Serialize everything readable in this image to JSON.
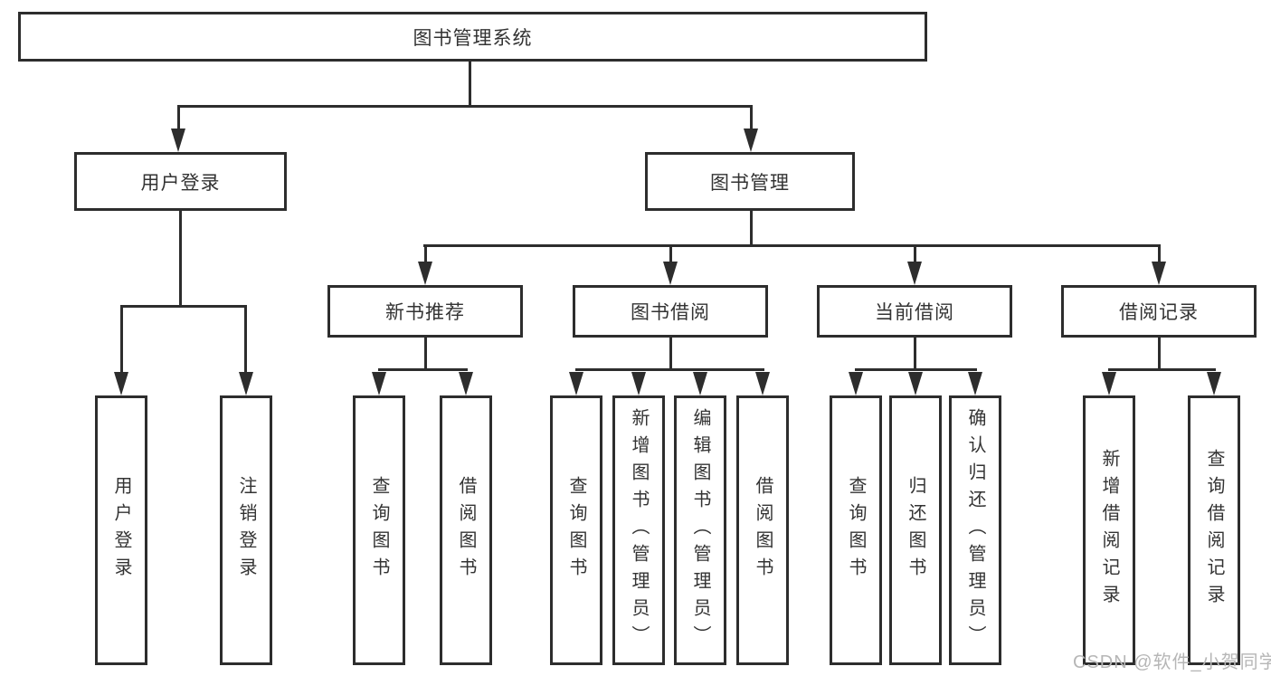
{
  "diagram": {
    "colors": {
      "line": "#2d2d2d",
      "text": "#333333",
      "watermark": "#b6b6b6",
      "background": "#ffffff"
    },
    "root": {
      "label": "图书管理系统"
    },
    "user_login": {
      "label": "用户登录",
      "children": [
        {
          "label": "用户登录"
        },
        {
          "label": "注销登录"
        }
      ]
    },
    "book_mgmt": {
      "label": "图书管理",
      "children": [
        {
          "label": "新书推荐",
          "children": [
            {
              "label": "查询图书"
            },
            {
              "label": "借阅图书"
            }
          ]
        },
        {
          "label": "图书借阅",
          "children": [
            {
              "label": "查询图书"
            },
            {
              "label": "新增图书（管理员）"
            },
            {
              "label": "编辑图书（管理员）"
            },
            {
              "label": "借阅图书"
            }
          ]
        },
        {
          "label": "当前借阅",
          "children": [
            {
              "label": "查询图书"
            },
            {
              "label": "归还图书"
            },
            {
              "label": "确认归还（管理员）"
            }
          ]
        },
        {
          "label": "借阅记录",
          "children": [
            {
              "label": "新增借阅记录"
            },
            {
              "label": "查询借阅记录"
            }
          ]
        }
      ]
    },
    "watermark": "CSDN @软件_小贺同学"
  }
}
